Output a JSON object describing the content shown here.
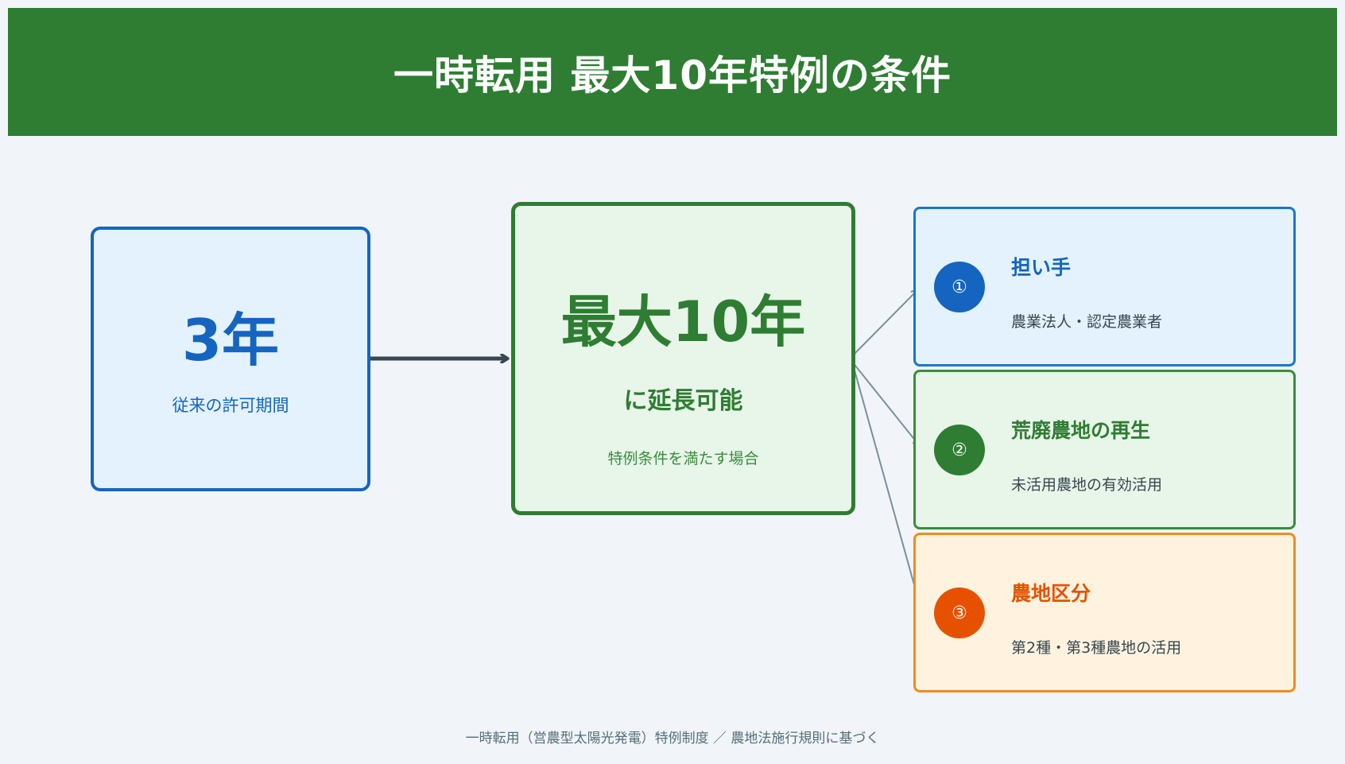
{
  "header": {
    "title": "一時転用 最大10年特例の条件"
  },
  "current": {
    "value": "3年",
    "label": "従来の許可期間"
  },
  "extended": {
    "value": "最大10年",
    "caption": "に延長可能",
    "note": "特例条件を満たす場合"
  },
  "conditions": [
    {
      "number": "①",
      "title": "担い手",
      "description": "農業法人・認定農業者"
    },
    {
      "number": "②",
      "title": "荒廃農地の再生",
      "description": "未活用農地の有効活用"
    },
    {
      "number": "③",
      "title": "農地区分",
      "description": "第2種・第3種農地の活用"
    }
  ],
  "footer": {
    "note": "一時転用（営農型太陽光発電）特例制度 ／ 農地法施行規則に基づく"
  },
  "colors": {
    "header_bg": "#2e7d32",
    "blue": "#1565c0",
    "green": "#2e7d32",
    "orange": "#e65100",
    "connector": "#78909c",
    "main_arrow": "#37474f"
  }
}
